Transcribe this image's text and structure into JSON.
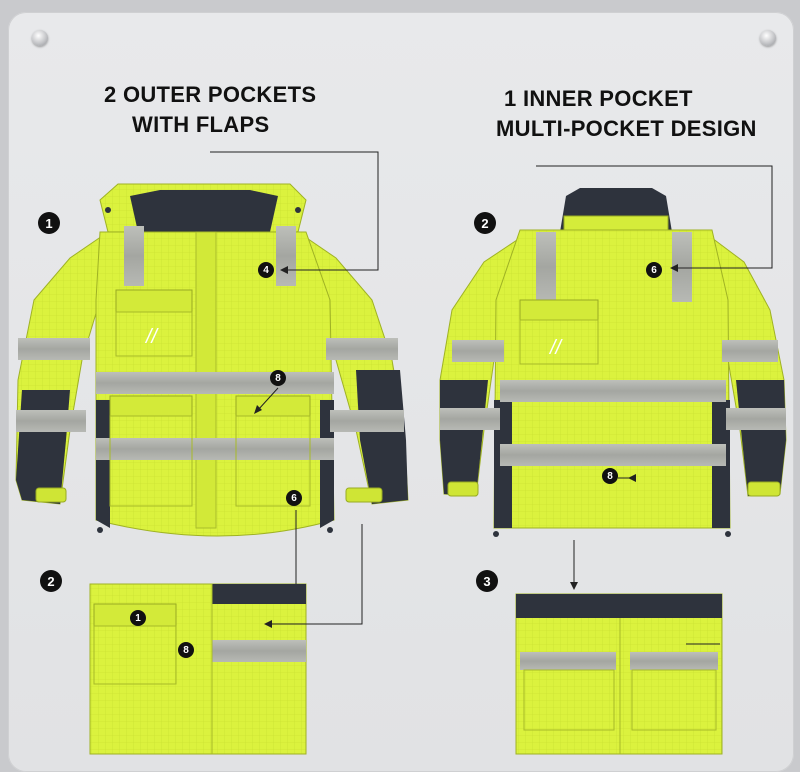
{
  "headings": {
    "left": {
      "line1": "2  OUTER POCKETS",
      "line2": "WITH FLAPS"
    },
    "right": {
      "line1": "1  INNER POCKET",
      "line2": "MULTI-POCKET DESIGN"
    }
  },
  "badges": {
    "front": "1",
    "back": "2",
    "detail_left": "2",
    "detail_right": "3"
  },
  "callouts": {
    "front_chest": "4",
    "front_side": "8",
    "front_lower": "6",
    "back_upper": "6",
    "back_lower": "8",
    "detail_pocket": "1",
    "detail_strip": "8"
  },
  "chest_mark": "//",
  "colors": {
    "hi_vis_yellow": "#d9f03c",
    "reflective_grey": "#a9aba6",
    "navy_panel": "#2e333d",
    "board": "#e5e6e8"
  }
}
